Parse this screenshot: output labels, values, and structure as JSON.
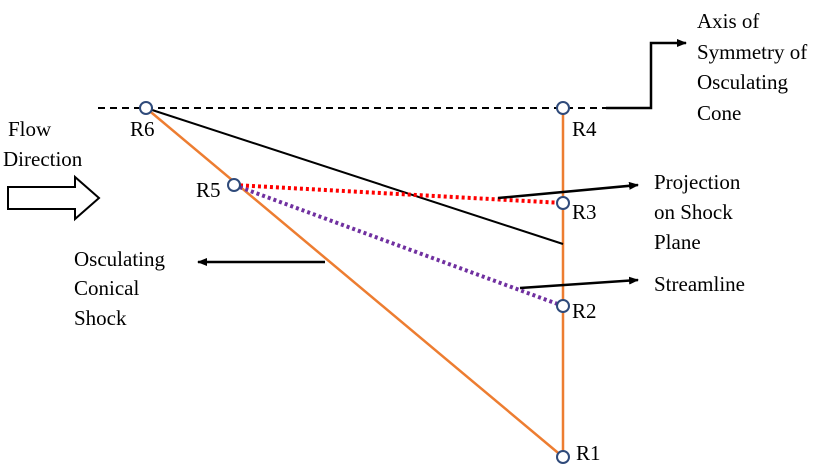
{
  "points": {
    "r1": "R1",
    "r2": "R2",
    "r3": "R3",
    "r4": "R4",
    "r5": "R5",
    "r6": "R6"
  },
  "labels": {
    "flow_direction": [
      "Flow",
      "Direction"
    ],
    "axis_of_symmetry": [
      "Axis of",
      "Symmetry of",
      "Osculating",
      "Cone"
    ],
    "projection": [
      "Projection",
      "on Shock",
      "Plane"
    ],
    "streamline": "Streamline",
    "osculating_conical_shock": [
      "Osculating",
      "Conical",
      "Shock"
    ]
  },
  "colors": {
    "shock_line": "#ED7D31",
    "projection_line": "#FF0000",
    "streamline": "#7030A0",
    "point_marker": "#2F4A7A",
    "axis_line": "#000000"
  }
}
